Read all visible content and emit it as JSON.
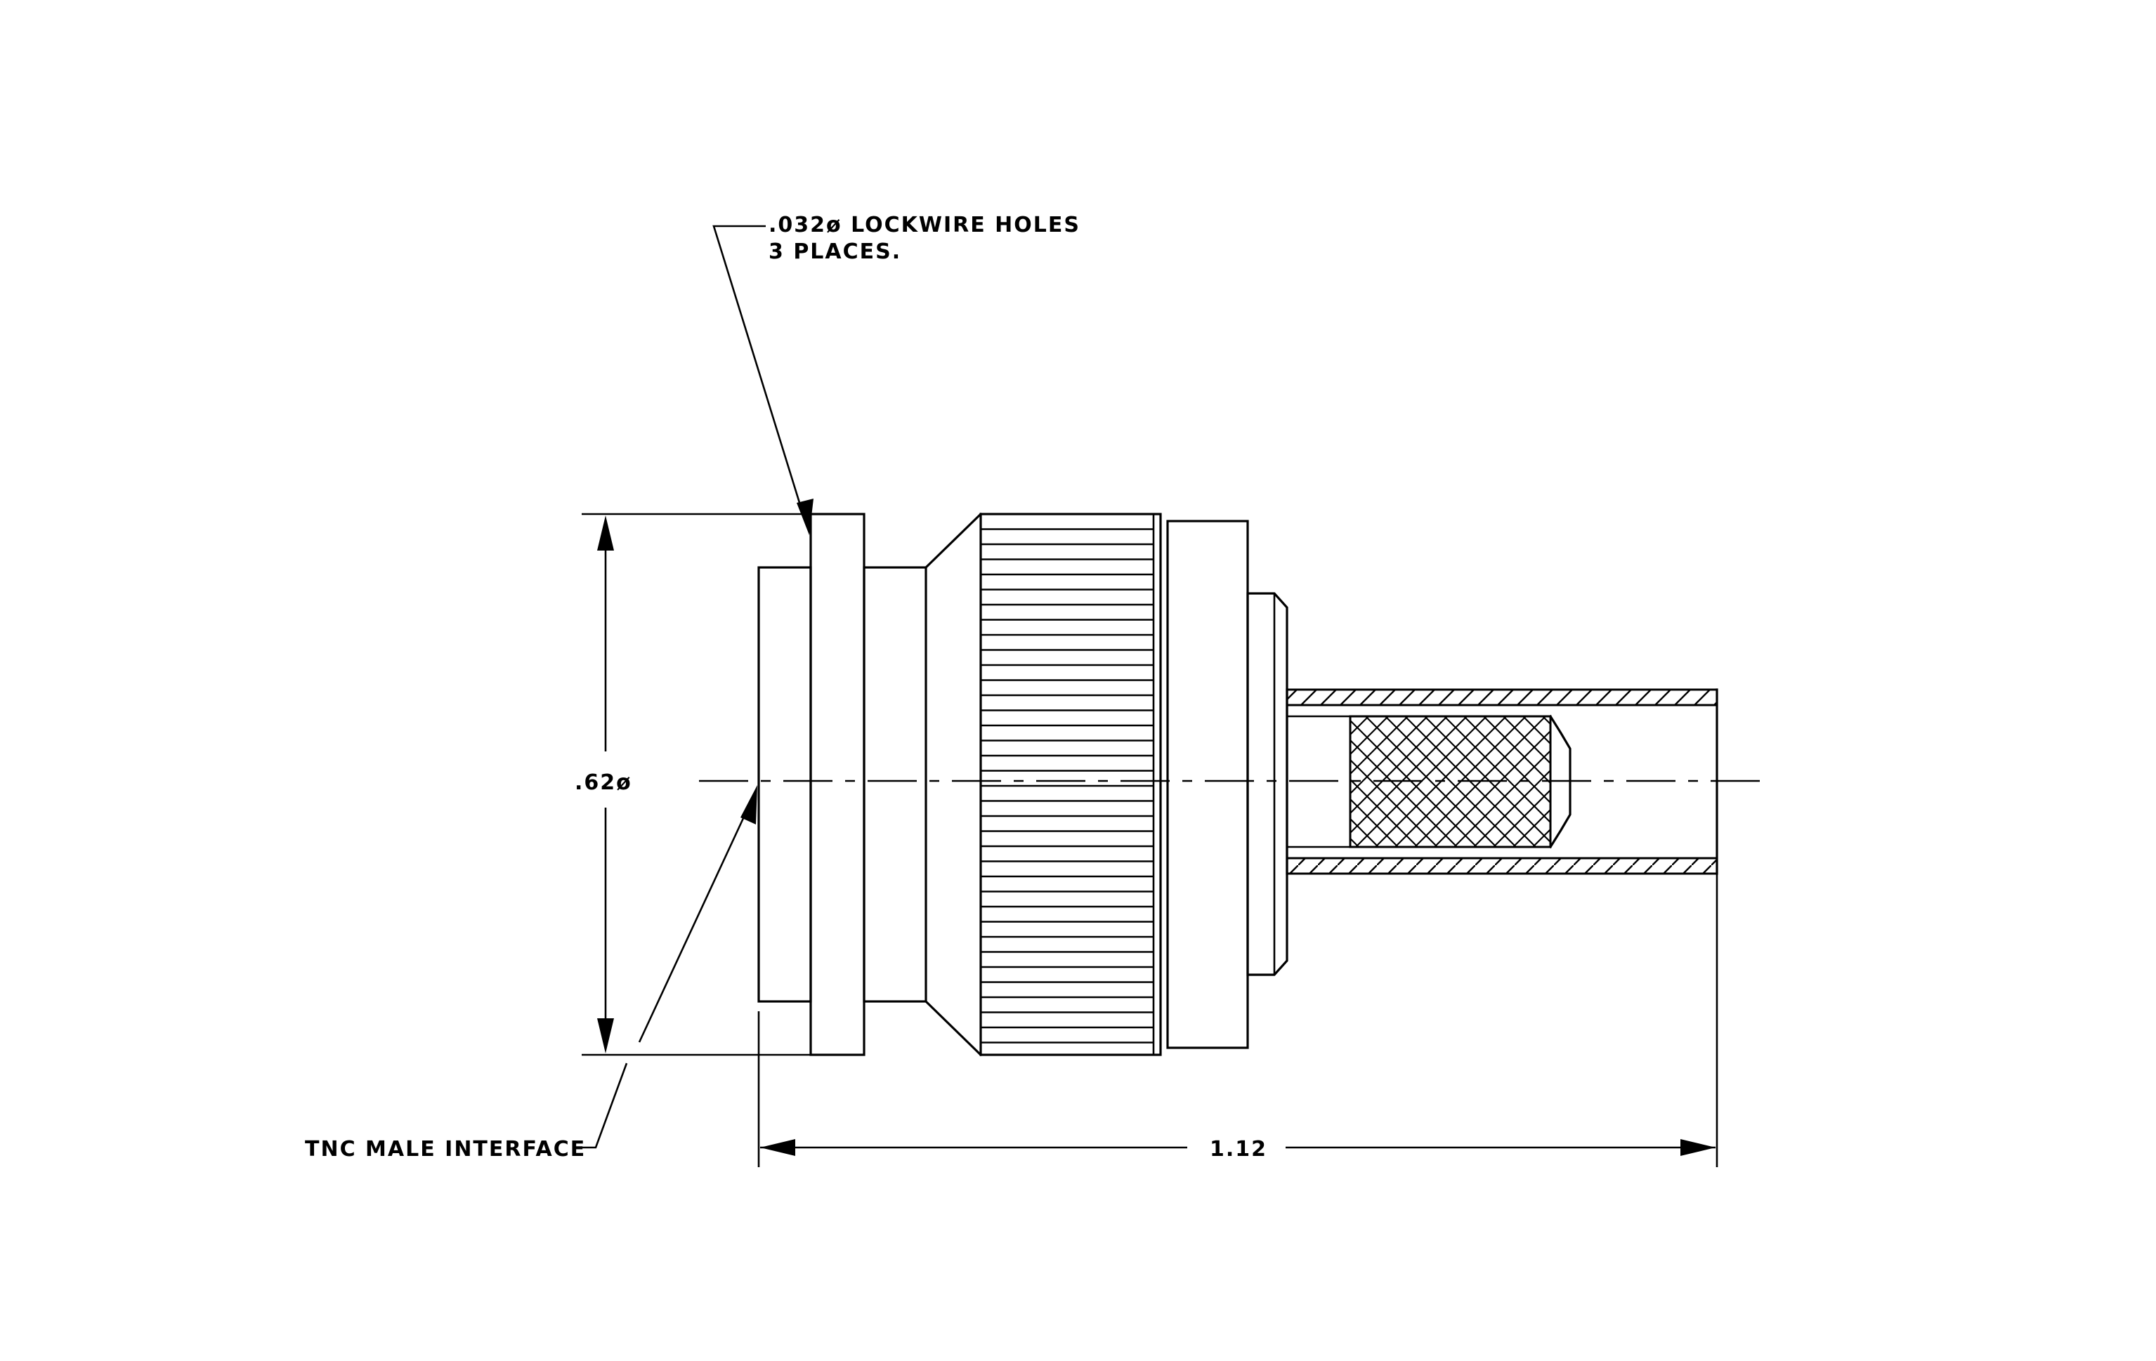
{
  "labels": {
    "lockwire_line1": ".032ø LOCKWIRE HOLES",
    "lockwire_line2": "3 PLACES.",
    "diameter": ".62ø",
    "length": "1.12",
    "interface": "TNC MALE INTERFACE"
  },
  "colors": {
    "line": "#000000",
    "background": "#ffffff"
  }
}
